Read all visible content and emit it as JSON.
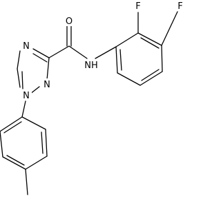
{
  "molecule": {
    "atoms": [
      {
        "id": "F_top",
        "label": "F"
      },
      {
        "id": "F_ortho",
        "label": "F"
      },
      {
        "id": "O",
        "label": "O"
      },
      {
        "id": "NH",
        "label": "NH"
      },
      {
        "id": "N_a",
        "label": "N"
      },
      {
        "id": "N_b",
        "label": "N"
      },
      {
        "id": "N_c",
        "label": "N"
      }
    ]
  }
}
